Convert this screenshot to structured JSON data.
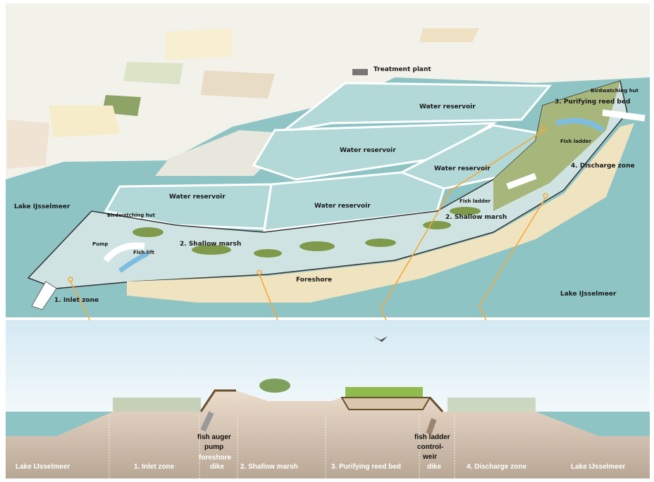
{
  "map": {
    "treatment_plant": "Treatment plant",
    "reservoirs": [
      "Water reservoir",
      "Water reservoir",
      "Water reservoir",
      "Water reservoir",
      "Water reservoir"
    ],
    "birdwatching_hut_east": "Birdwatching hut",
    "birdwatching_hut_west": "Birdwatching hut",
    "purifying_reed_bed": "3. Purifying reed bed",
    "fish_ladder_east": "Fish ladder",
    "fish_ladder_west": "Fish ladder",
    "discharge_zone": "4. Discharge zone",
    "shallow_marsh_east": "2. Shallow marsh",
    "shallow_marsh_west": "2. Shallow marsh",
    "lake_west": "Lake IJsselmeer",
    "lake_east": "Lake IJsselmeer",
    "pump": "Pump",
    "fish_lift": "Fish lift",
    "foreshore": "Foreshore",
    "inlet_zone": "1. Inlet zone"
  },
  "section": {
    "zones": [
      "Lake IJsselmeer",
      "1. Inlet zone",
      "dike",
      "2. Shallow marsh",
      "3. Purifying reed bed",
      "dike",
      "4. Discharge zone",
      "Lake IJsselmeer"
    ],
    "fish_auger_pump": [
      "fish auger",
      "pump"
    ],
    "foreshore": "foreshore",
    "fish_ladder": "fish ladder",
    "control_weir": [
      "control-",
      "weir"
    ]
  },
  "colors": {
    "lake": "#8fc4c5",
    "land": "#f2f1ea",
    "reservoir": "#b2d8d8",
    "reed": "#9aae6a",
    "sand": "#eadbc3",
    "callout": "#f4a93a"
  }
}
